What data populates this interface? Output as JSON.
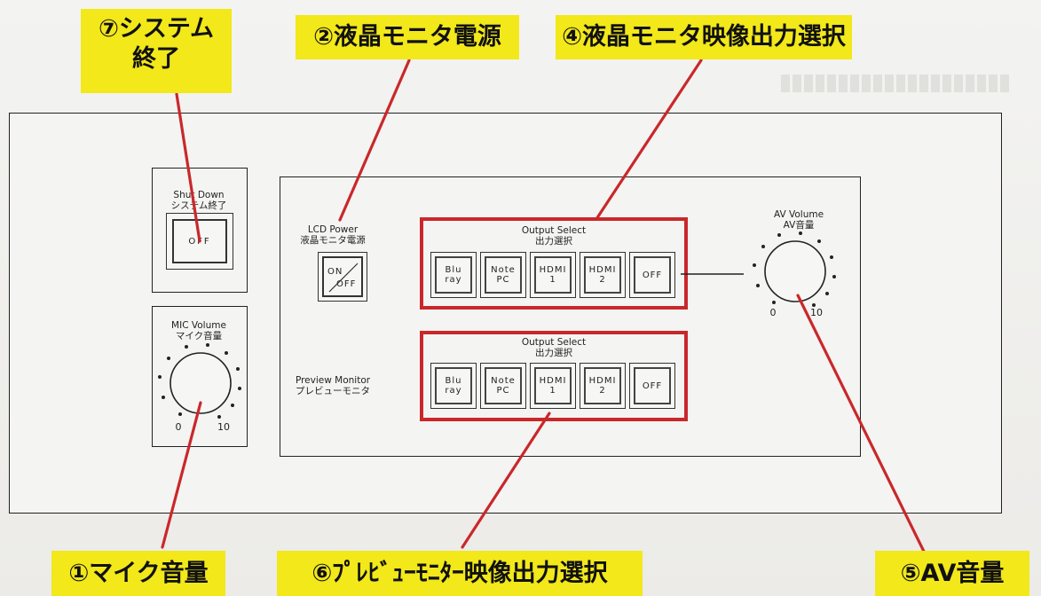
{
  "callouts": {
    "shutdown": [
      "⑦システム",
      "終了"
    ],
    "lcd_power": "②液晶モニタ電源",
    "lcd_output": "④液晶モニタ映像出力選択",
    "mic_volume": "①マイク音量",
    "preview_output": "⑥ﾌﾟﾚﾋﾞｭｰﾓﾆﾀｰ映像出力選択",
    "av_volume": "⑤AV音量"
  },
  "shutdown_panel": {
    "title_en": "Shut Down",
    "title_ja": "システム終了",
    "button": "OFF"
  },
  "mic_panel": {
    "title_en": "MIC Volume",
    "title_ja": "マイク音量",
    "scale_min": "0",
    "scale_max": "10"
  },
  "lcd_power": {
    "title_en": "LCD Power",
    "title_ja": "液晶モニタ電源",
    "on": "ON",
    "off": "OFF"
  },
  "preview_monitor": {
    "title_en": "Preview Monitor",
    "title_ja": "プレビューモニタ"
  },
  "output_select_lcd": {
    "title_en": "Output Select",
    "title_ja": "出力選択",
    "buttons": [
      {
        "line1": "Blu",
        "line2": "ray"
      },
      {
        "line1": "Note",
        "line2": "PC"
      },
      {
        "line1": "HDMI",
        "line2": "1"
      },
      {
        "line1": "HDMI",
        "line2": "2"
      },
      {
        "line1": "OFF",
        "line2": ""
      }
    ]
  },
  "output_select_preview": {
    "title_en": "Output Select",
    "title_ja": "出力選択",
    "buttons": [
      {
        "line1": "Blu",
        "line2": "ray"
      },
      {
        "line1": "Note",
        "line2": "PC"
      },
      {
        "line1": "HDMI",
        "line2": "1"
      },
      {
        "line1": "HDMI",
        "line2": "2"
      },
      {
        "line1": "OFF",
        "line2": ""
      }
    ]
  },
  "av_volume": {
    "title_en": "AV Volume",
    "title_ja": "AV音量",
    "scale_min": "0",
    "scale_max": "10"
  },
  "colors": {
    "callout_bg": "#f2e81a",
    "leader_line": "#c9282b",
    "outline": "#222222"
  }
}
